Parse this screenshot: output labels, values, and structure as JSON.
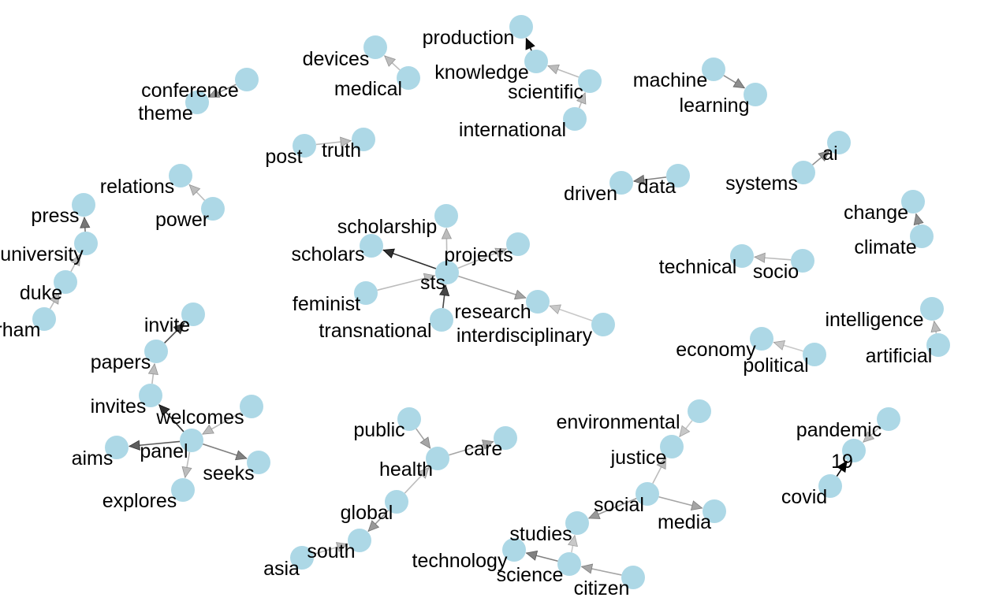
{
  "graph": {
    "node_color": "#add8e6",
    "label_color": "#000000",
    "nodes": [
      {
        "id": "conference",
        "label": "conference"
      },
      {
        "id": "theme",
        "label": "theme"
      },
      {
        "id": "devices",
        "label": "devices"
      },
      {
        "id": "medical",
        "label": "medical"
      },
      {
        "id": "production",
        "label": "production"
      },
      {
        "id": "knowledge",
        "label": "knowledge"
      },
      {
        "id": "scientific",
        "label": "scientific"
      },
      {
        "id": "international",
        "label": "international"
      },
      {
        "id": "machine",
        "label": "machine"
      },
      {
        "id": "learning",
        "label": "learning"
      },
      {
        "id": "post",
        "label": "post"
      },
      {
        "id": "truth",
        "label": "truth"
      },
      {
        "id": "ai",
        "label": "ai"
      },
      {
        "id": "systems",
        "label": "systems"
      },
      {
        "id": "driven",
        "label": "driven"
      },
      {
        "id": "data",
        "label": "data"
      },
      {
        "id": "relations",
        "label": "relations"
      },
      {
        "id": "power",
        "label": "power"
      },
      {
        "id": "press",
        "label": "press"
      },
      {
        "id": "university",
        "label": "university"
      },
      {
        "id": "duke",
        "label": "duke"
      },
      {
        "id": "durham",
        "label": "durham"
      },
      {
        "id": "change",
        "label": "change"
      },
      {
        "id": "climate",
        "label": "climate"
      },
      {
        "id": "scholarship",
        "label": "scholarship"
      },
      {
        "id": "scholars",
        "label": "scholars"
      },
      {
        "id": "projects",
        "label": "projects"
      },
      {
        "id": "sts",
        "label": "sts"
      },
      {
        "id": "feminist",
        "label": "feminist"
      },
      {
        "id": "transnational",
        "label": "transnational"
      },
      {
        "id": "research",
        "label": "research"
      },
      {
        "id": "interdisciplinary",
        "label": "interdisciplinary"
      },
      {
        "id": "technical",
        "label": "technical"
      },
      {
        "id": "socio",
        "label": "socio"
      },
      {
        "id": "intelligence",
        "label": "intelligence"
      },
      {
        "id": "artificial",
        "label": "artificial"
      },
      {
        "id": "economy",
        "label": "economy"
      },
      {
        "id": "political",
        "label": "political"
      },
      {
        "id": "invite",
        "label": "invite"
      },
      {
        "id": "papers",
        "label": "papers"
      },
      {
        "id": "invites",
        "label": "invites"
      },
      {
        "id": "welcomes",
        "label": "welcomes"
      },
      {
        "id": "panel",
        "label": "panel"
      },
      {
        "id": "aims",
        "label": "aims"
      },
      {
        "id": "seeks",
        "label": "seeks"
      },
      {
        "id": "explores",
        "label": "explores"
      },
      {
        "id": "public",
        "label": "public"
      },
      {
        "id": "care",
        "label": "care"
      },
      {
        "id": "health",
        "label": "health"
      },
      {
        "id": "global",
        "label": "global"
      },
      {
        "id": "south",
        "label": "south"
      },
      {
        "id": "asia",
        "label": "asia"
      },
      {
        "id": "environmental",
        "label": "environmental"
      },
      {
        "id": "justice",
        "label": "justice"
      },
      {
        "id": "social",
        "label": "social"
      },
      {
        "id": "media",
        "label": "media"
      },
      {
        "id": "studies",
        "label": "studies"
      },
      {
        "id": "technology",
        "label": "technology"
      },
      {
        "id": "science",
        "label": "science"
      },
      {
        "id": "citizen",
        "label": "citizen"
      },
      {
        "id": "pandemic",
        "label": "pandemic"
      },
      {
        "id": "19",
        "label": "19"
      },
      {
        "id": "covid",
        "label": "covid"
      }
    ],
    "edges": [
      {
        "from": "conference",
        "to": "theme",
        "weight": 0.35
      },
      {
        "from": "medical",
        "to": "devices",
        "weight": 0.2
      },
      {
        "from": "knowledge",
        "to": "production",
        "weight": 0.95
      },
      {
        "from": "scientific",
        "to": "knowledge",
        "weight": 0.2
      },
      {
        "from": "international",
        "to": "scientific",
        "weight": 0.2
      },
      {
        "from": "machine",
        "to": "learning",
        "weight": 0.4
      },
      {
        "from": "post",
        "to": "truth",
        "weight": 0.2
      },
      {
        "from": "systems",
        "to": "ai",
        "weight": 0.4
      },
      {
        "from": "data",
        "to": "driven",
        "weight": 0.45
      },
      {
        "from": "power",
        "to": "relations",
        "weight": 0.2
      },
      {
        "from": "university",
        "to": "press",
        "weight": 0.5
      },
      {
        "from": "duke",
        "to": "university",
        "weight": 0.2
      },
      {
        "from": "durham",
        "to": "duke",
        "weight": 0.2
      },
      {
        "from": "climate",
        "to": "change",
        "weight": 0.4
      },
      {
        "from": "sts",
        "to": "scholars",
        "weight": 0.8
      },
      {
        "from": "sts",
        "to": "scholarship",
        "weight": 0.2
      },
      {
        "from": "sts",
        "to": "projects",
        "weight": 0.2
      },
      {
        "from": "feminist",
        "to": "sts",
        "weight": 0.2
      },
      {
        "from": "transnational",
        "to": "sts",
        "weight": 0.7
      },
      {
        "from": "sts",
        "to": "research",
        "weight": 0.3
      },
      {
        "from": "interdisciplinary",
        "to": "research",
        "weight": 0.15
      },
      {
        "from": "socio",
        "to": "technical",
        "weight": 0.2
      },
      {
        "from": "artificial",
        "to": "intelligence",
        "weight": 0.2
      },
      {
        "from": "political",
        "to": "economy",
        "weight": 0.15
      },
      {
        "from": "papers",
        "to": "invite",
        "weight": 0.7
      },
      {
        "from": "invites",
        "to": "papers",
        "weight": 0.2
      },
      {
        "from": "panel",
        "to": "invites",
        "weight": 0.8
      },
      {
        "from": "welcomes",
        "to": "panel",
        "weight": 0.2
      },
      {
        "from": "panel",
        "to": "aims",
        "weight": 0.6
      },
      {
        "from": "panel",
        "to": "seeks",
        "weight": 0.45
      },
      {
        "from": "panel",
        "to": "explores",
        "weight": 0.2
      },
      {
        "from": "public",
        "to": "health",
        "weight": 0.3
      },
      {
        "from": "health",
        "to": "care",
        "weight": 0.3
      },
      {
        "from": "global",
        "to": "health",
        "weight": 0.2
      },
      {
        "from": "global",
        "to": "south",
        "weight": 0.35
      },
      {
        "from": "asia",
        "to": "south",
        "weight": 0.2
      },
      {
        "from": "environmental",
        "to": "justice",
        "weight": 0.15
      },
      {
        "from": "social",
        "to": "justice",
        "weight": 0.2
      },
      {
        "from": "social",
        "to": "media",
        "weight": 0.3
      },
      {
        "from": "social",
        "to": "studies",
        "weight": 0.35
      },
      {
        "from": "science",
        "to": "studies",
        "weight": 0.15
      },
      {
        "from": "science",
        "to": "technology",
        "weight": 0.45
      },
      {
        "from": "citizen",
        "to": "science",
        "weight": 0.3
      },
      {
        "from": "pandemic",
        "to": "19",
        "weight": 0.2
      },
      {
        "from": "covid",
        "to": "19",
        "weight": 1.0
      }
    ]
  }
}
